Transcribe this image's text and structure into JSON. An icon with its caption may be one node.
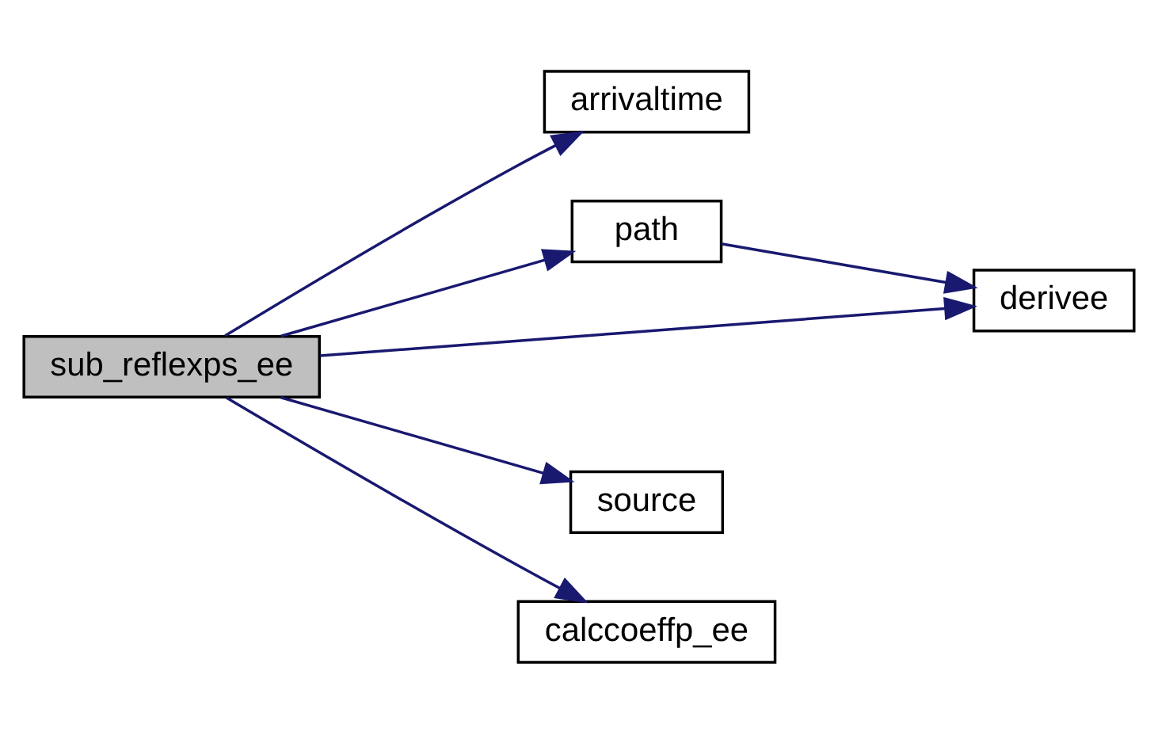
{
  "diagram": {
    "nodes": [
      {
        "text": [
          "sub_reflexps_ee"
        ]
      },
      {
        "text": [
          "arrivaltime"
        ]
      },
      {
        "text": [
          "path"
        ]
      },
      {
        "text": [
          "derivee"
        ]
      },
      {
        "text": [
          "source"
        ]
      },
      {
        "text": [
          "calccoeffp_ee"
        ]
      }
    ],
    "edges": [
      {
        "from": 0,
        "to": 1,
        "arrow": "to"
      },
      {
        "from": 0,
        "to": 2,
        "arrow": "to"
      },
      {
        "from": 2,
        "to": 3,
        "arrow": "to"
      },
      {
        "from": 0,
        "to": 3,
        "arrow": "to"
      },
      {
        "from": 0,
        "to": 4,
        "arrow": "to"
      },
      {
        "from": 0,
        "to": 5,
        "arrow": "to"
      }
    ]
  }
}
